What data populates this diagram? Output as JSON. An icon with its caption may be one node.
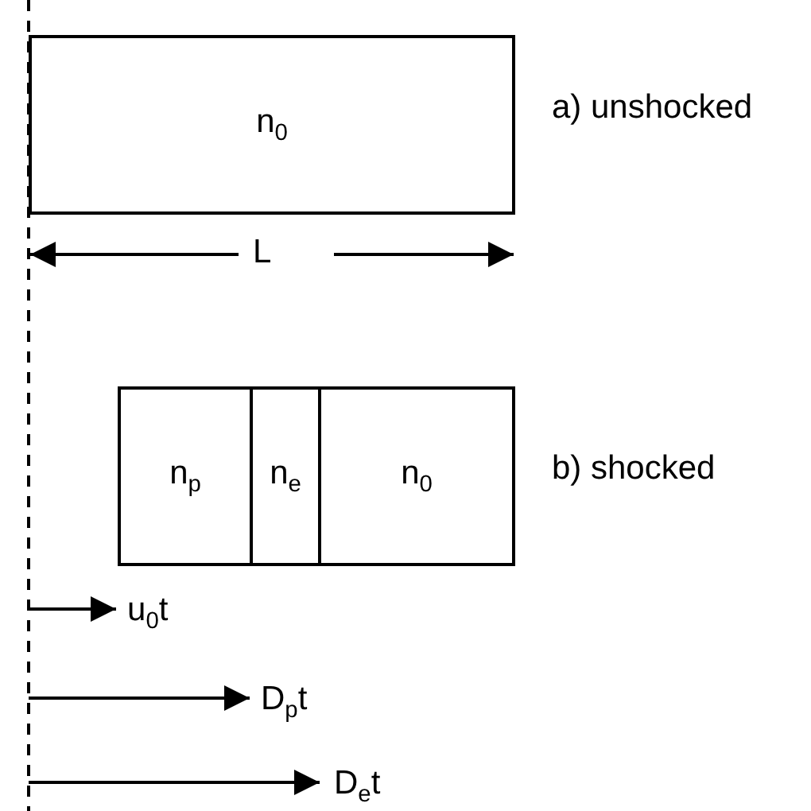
{
  "diagram": {
    "nodes": [
      {
        "text": [
          "n$_{0}$"
        ]
      },
      {
        "text": [
          "n$_{p}$"
        ]
      },
      {
        "text": [
          "n$_{e}$"
        ]
      },
      {
        "text": [
          "n$_{0}$"
        ]
      }
    ],
    "labels": [
      "a) unshocked",
      "L",
      "b) shocked",
      "u$_{0}$t",
      "D$_{p}$t",
      "D$_{e}$t"
    ]
  }
}
